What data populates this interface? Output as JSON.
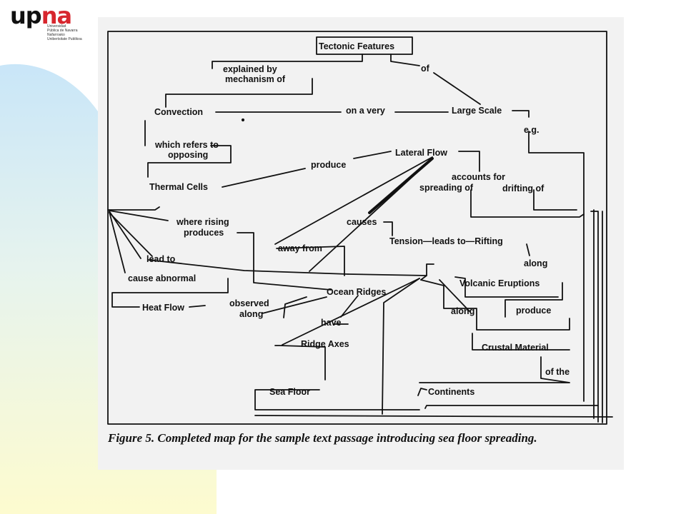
{
  "logo": {
    "brand_up": "up",
    "brand_na": "na",
    "sub_lines": [
      "Universidad",
      "Pública de Navarra",
      "Nafarroako",
      "Unibertsitate Publikoa"
    ]
  },
  "colors": {
    "logo_red": "#d7262e",
    "blob_blue": "#cfe9f8",
    "blob_yellow": "#fdfbd0",
    "scan_gray": "#f2f2f2",
    "ink": "#111111"
  },
  "diagram": {
    "nodes": {
      "tectonic": "Tectonic Features",
      "of1": "of",
      "explained1": "explained by",
      "explained2": "mechanism of",
      "convection": "Convection",
      "onavery": "on a very",
      "largescale": "Large Scale",
      "eg": "e.g.",
      "refers1": "which refers to",
      "refers2": "opposing",
      "lateral": "Lateral Flow",
      "produce1": "produce",
      "accounts": "accounts for",
      "spreading": "spreading of",
      "drifting": "drifting of",
      "thermal": "Thermal Cells",
      "rising1": "where rising",
      "rising2": "produces",
      "causes": "causes",
      "tension": "Tension—leads to—Rifting",
      "awayfrom": "away from",
      "leadto": "lead to",
      "along1": "along",
      "causeab": "cause abnormal",
      "volcanic": "Volcanic Eruptions",
      "oceanridges": "Ocean Ridges",
      "heatflow": "Heat Flow",
      "observed1": "observed",
      "observed2": "along",
      "along2": "along",
      "produce2": "produce",
      "have": "have",
      "ridgeaxes": "Ridge Axes",
      "crustal": "Crustal Material",
      "ofthe": "of the",
      "seafloor": "Sea Floor",
      "continents": "Continents"
    },
    "caption": "Figure 5. Completed map for the sample text passage introducing sea floor spreading."
  }
}
